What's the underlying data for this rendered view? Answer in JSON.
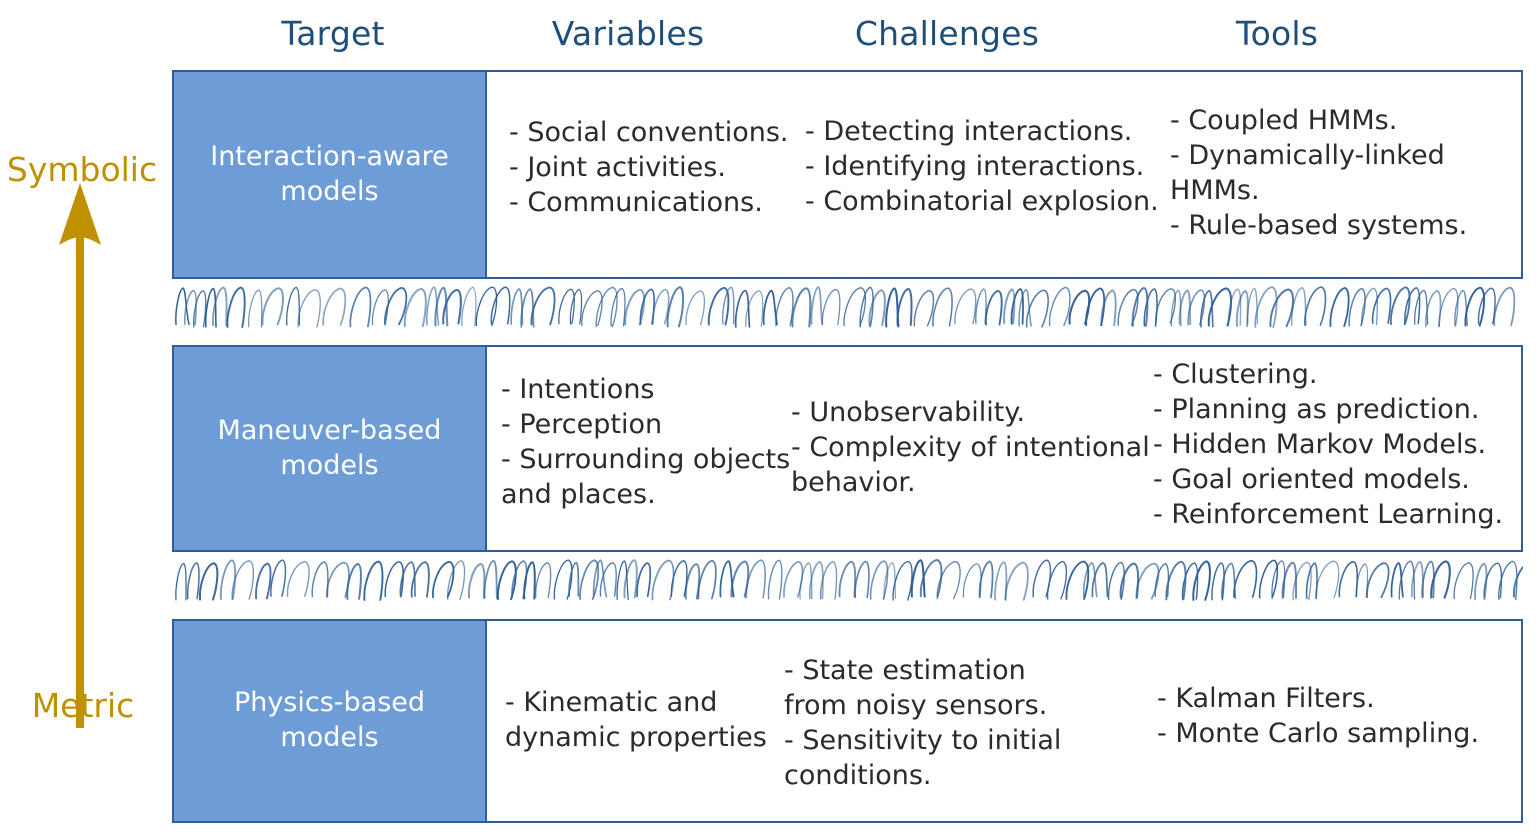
{
  "headers": {
    "target": "Target",
    "variables": "Variables",
    "challenges": "Challenges",
    "tools": "Tools"
  },
  "axis": {
    "top_label": "Symbolic",
    "bottom_label": "Metric",
    "arrow_direction": "up",
    "arrow_color": "#BF9000"
  },
  "colors": {
    "header_text": "#1F4E79",
    "box_fill": "#6E9CD6",
    "box_border": "#2E5E95",
    "body_text": "#2B2B2B",
    "coil_stroke": "#2E5E95",
    "background": "#FFFFFF"
  },
  "rows": [
    {
      "id": "interaction-aware",
      "target": "Interaction-aware models",
      "variables": "- Social conventions.\n- Joint activities.\n- Communications.",
      "challenges": "- Detecting interactions.\n- Identifying interactions.\n- Combinatorial explosion.",
      "tools": "- Coupled HMMs.\n- Dynamically-linked HMMs.\n- Rule-based systems."
    },
    {
      "id": "maneuver-based",
      "target": "Maneuver-based models",
      "variables": "- Intentions\n- Perception\n- Surrounding objects and places.",
      "challenges": "- Unobservability.\n- Complexity of intentional behavior.",
      "tools": "- Clustering.\n- Planning as prediction.\n- Hidden Markov Models.\n- Goal oriented models.\n- Reinforcement Learning."
    },
    {
      "id": "physics-based",
      "target": "Physics-based models",
      "variables": "- Kinematic and dynamic properties",
      "challenges": "- State estimation from noisy sensors.\n- Sensitivity to initial conditions.",
      "tools": "- Kalman Filters.\n- Monte Carlo sampling."
    }
  ],
  "separators": [
    {
      "id": "coil-1",
      "style": "coil-spring"
    },
    {
      "id": "coil-2",
      "style": "coil-spring"
    }
  ]
}
